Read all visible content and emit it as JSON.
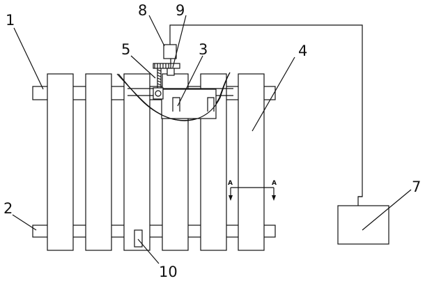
{
  "labels": {
    "l1": "1",
    "l2": "2",
    "l3": "3",
    "l4": "4",
    "l5": "5",
    "l7": "7",
    "l8": "8",
    "l9": "9",
    "l10": "10"
  },
  "section": {
    "left": "A",
    "right": "A"
  }
}
